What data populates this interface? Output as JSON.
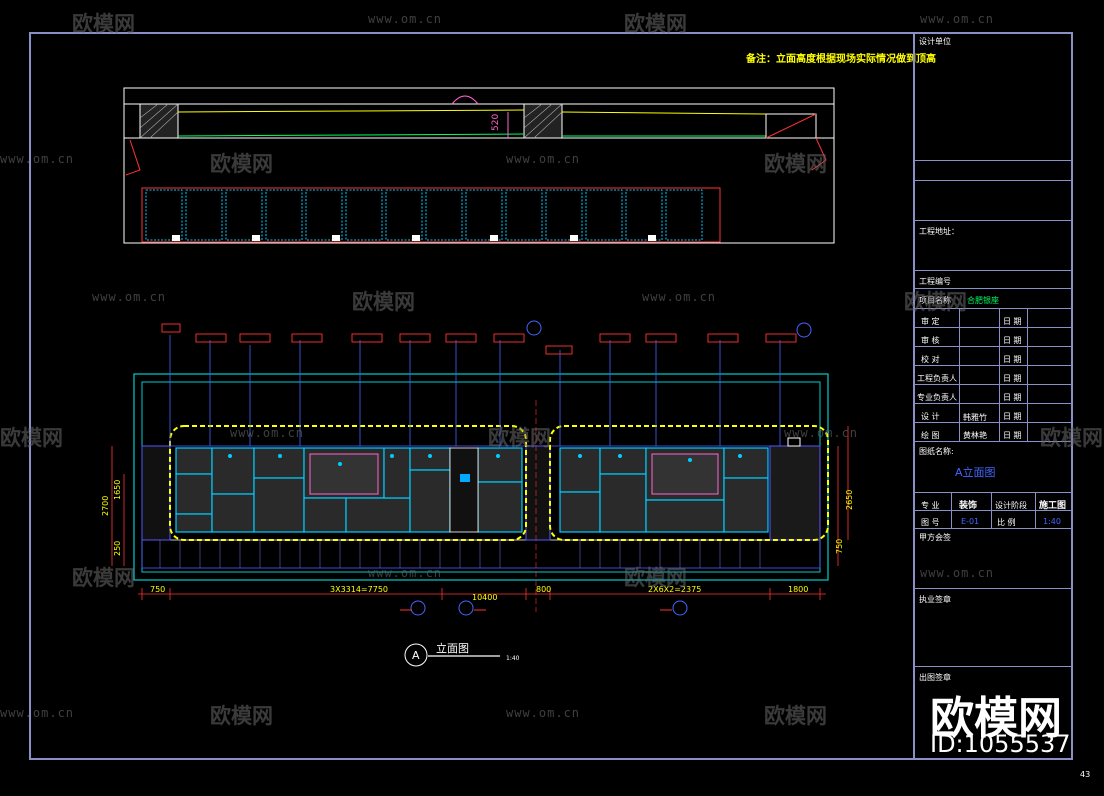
{
  "note": "备注：立面高度根据现场实际情况做到顶高",
  "view_title": "立面图",
  "view_marker": "A",
  "view_scale": "1:40",
  "titleblock": {
    "design_unit": "设计单位",
    "project_address": "工程地址：",
    "project_no": "工程编号",
    "project_name": "项目名称",
    "project_name_value": "合肥银座",
    "rows": [
      {
        "label": "审 定",
        "date": "日 期"
      },
      {
        "label": "审 核",
        "date": "日 期"
      },
      {
        "label": "校 对",
        "date": "日 期"
      },
      {
        "label": "工程负责人",
        "date": "日 期"
      },
      {
        "label": "专业负责人",
        "date": "日 期"
      },
      {
        "label": "设 计",
        "name": "韩雅竹",
        "date": "日 期"
      },
      {
        "label": "绘 图",
        "name": "黄林艳",
        "date": "日 期"
      }
    ],
    "drawing_name_label": "图纸名称:",
    "drawing_name": "A立面图",
    "discipline_label": "专 业",
    "discipline": "装饰",
    "phase_label": "设计阶段",
    "phase": "施工图",
    "drawing_no_label": "图 号",
    "drawing_no": "E-01",
    "scale_label": "比 例",
    "scale": "1:40",
    "client_sign": "甲方会签",
    "practice_sign": "执业签章",
    "issue_sign": "出图签章"
  },
  "dims_bottom": [
    "750",
    "3X3314=7750",
    "10400",
    "800",
    "2X6X2=2375",
    "1800"
  ],
  "dims_left": [
    "2700",
    "1650",
    "250"
  ],
  "dims_right": [
    "2650",
    "750"
  ],
  "dim_top_plan": "520",
  "watermark": {
    "brand": "欧模网",
    "url": "www.om.cn",
    "big_logo": "欧模网",
    "big_id": "ID:1055537"
  },
  "page_no": "43"
}
